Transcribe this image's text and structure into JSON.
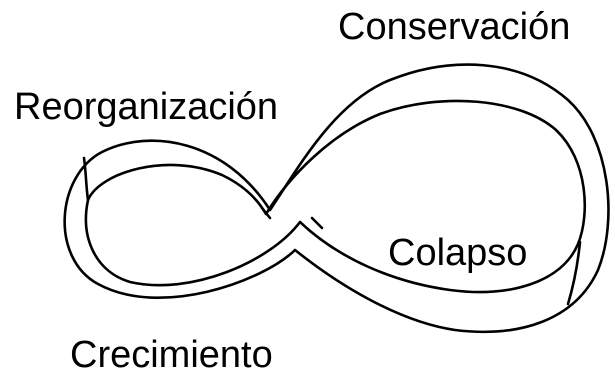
{
  "diagram": {
    "stroke_color": "#000000",
    "background": "#ffffff",
    "labels": {
      "conservacion": "Conservación",
      "reorganizacion": "Reorganización",
      "colapso": "Colapso",
      "crecimiento": "Crecimiento"
    }
  }
}
